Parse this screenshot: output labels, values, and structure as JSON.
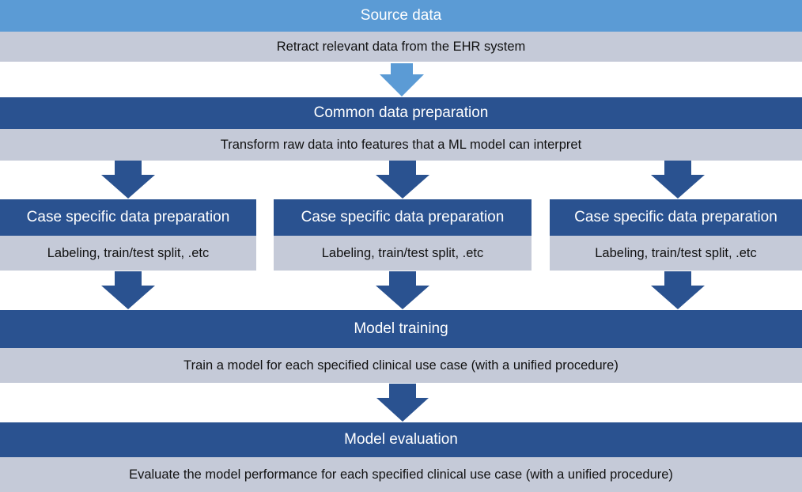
{
  "colors": {
    "light_header": "#5b9bd5",
    "dark_header": "#2a5290",
    "subbar": "#c5cad8",
    "arrow_light": "#5b9bd5",
    "arrow_dark": "#2a5290"
  },
  "stages": {
    "source": {
      "title": "Source data",
      "desc": "Retract relevant data from the EHR system"
    },
    "common": {
      "title": "Common data preparation",
      "desc": "Transform raw data into features that a ML model can interpret"
    },
    "case_specific": [
      {
        "title": "Case specific data preparation",
        "desc": "Labeling, train/test split,  .etc"
      },
      {
        "title": "Case specific data preparation",
        "desc": "Labeling, train/test split,  .etc"
      },
      {
        "title": "Case specific data preparation",
        "desc": "Labeling, train/test split,  .etc"
      }
    ],
    "training": {
      "title": "Model training",
      "desc": "Train a model for each specified clinical use case (with a unified procedure)"
    },
    "evaluation": {
      "title": "Model evaluation",
      "desc": "Evaluate the model performance for each specified clinical use case (with a unified procedure)"
    }
  }
}
